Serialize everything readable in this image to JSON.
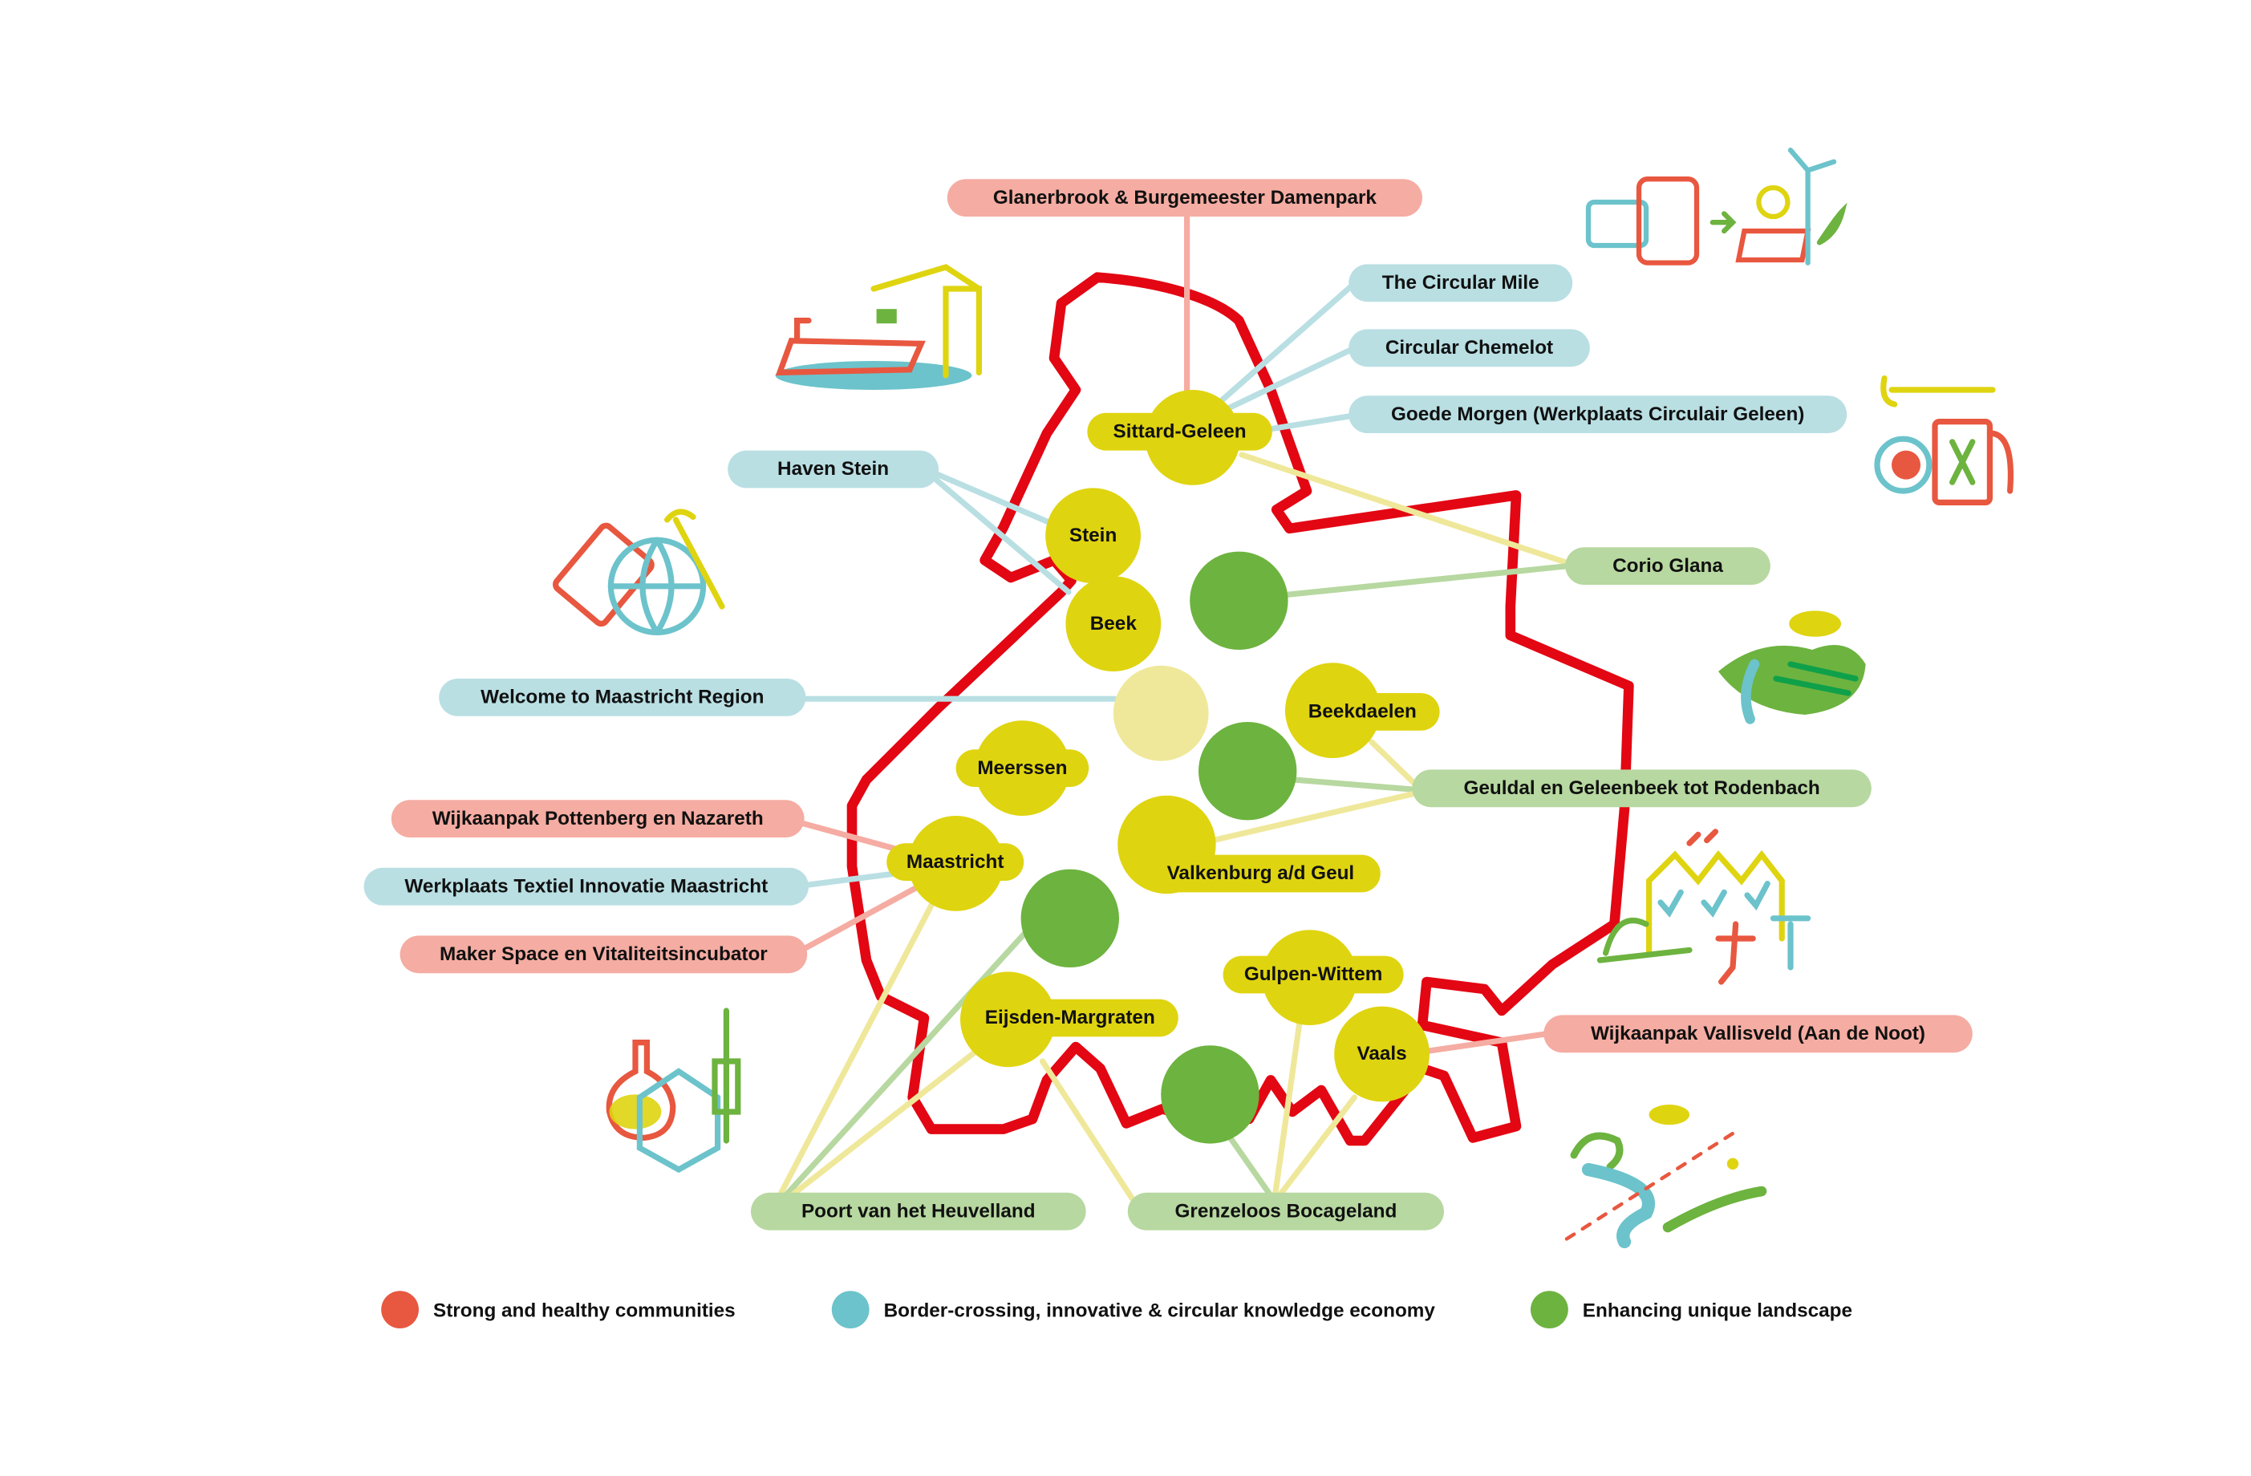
{
  "colors": {
    "outline": "#e30613",
    "node_yellow": "#dfd410",
    "node_pale": "#efe89a",
    "node_green": "#6db33f",
    "label_pink": "#f5aca2",
    "label_blue": "#b9dfe3",
    "label_green": "#b7d8a0",
    "legend_red": "#e8573f",
    "legend_blue": "#6cc3cb",
    "legend_green": "#6db33f"
  },
  "municipalities": {
    "sittard_geleen": "Sittard-Geleen",
    "stein": "Stein",
    "beek": "Beek",
    "beekdaelen": "Beekdaelen",
    "meerssen": "Meerssen",
    "maastricht": "Maastricht",
    "valkenburg": "Valkenburg a/d Geul",
    "gulpen_wittem": "Gulpen-Wittem",
    "eijsden_margraten": "Eijsden-Margraten",
    "vaals": "Vaals"
  },
  "projects": {
    "glanerbrook": "Glanerbrook & Burgemeester Damenpark",
    "circular_mile": "The Circular Mile",
    "circular_chemelot": "Circular Chemelot",
    "goede_morgen": "Goede Morgen (Werkplaats Circulair Geleen)",
    "haven_stein": "Haven Stein",
    "corio_glana": "Corio Glana",
    "welcome": "Welcome to Maastricht Region",
    "geuldal": "Geuldal en Geleenbeek tot Rodenbach",
    "pottenberg": "Wijkaanpak Pottenberg en Nazareth",
    "textiel": "Werkplaats Textiel Innovatie Maastricht",
    "maker_space": "Maker Space en Vitaliteitsincubator",
    "vallisveld": "Wijkaanpak Vallisveld (Aan de Noot)",
    "poort": "Poort van het Heuvelland",
    "grenzeloos": "Grenzeloos Bocageland"
  },
  "legend": [
    {
      "label": "Strong and healthy communities",
      "color": "#e8573f"
    },
    {
      "label": "Border-crossing, innovative & circular knowledge economy",
      "color": "#6cc3cb"
    },
    {
      "label": "Enhancing unique landscape",
      "color": "#6db33f"
    }
  ],
  "icons": [
    "ship-crane-icon",
    "recycling-energy-icon",
    "globe-suitcase-icon",
    "repair-tools-icon",
    "landscape-trees-icon",
    "greenhouse-people-icon",
    "lab-flask-syringe-icon",
    "river-landscape-icon"
  ]
}
